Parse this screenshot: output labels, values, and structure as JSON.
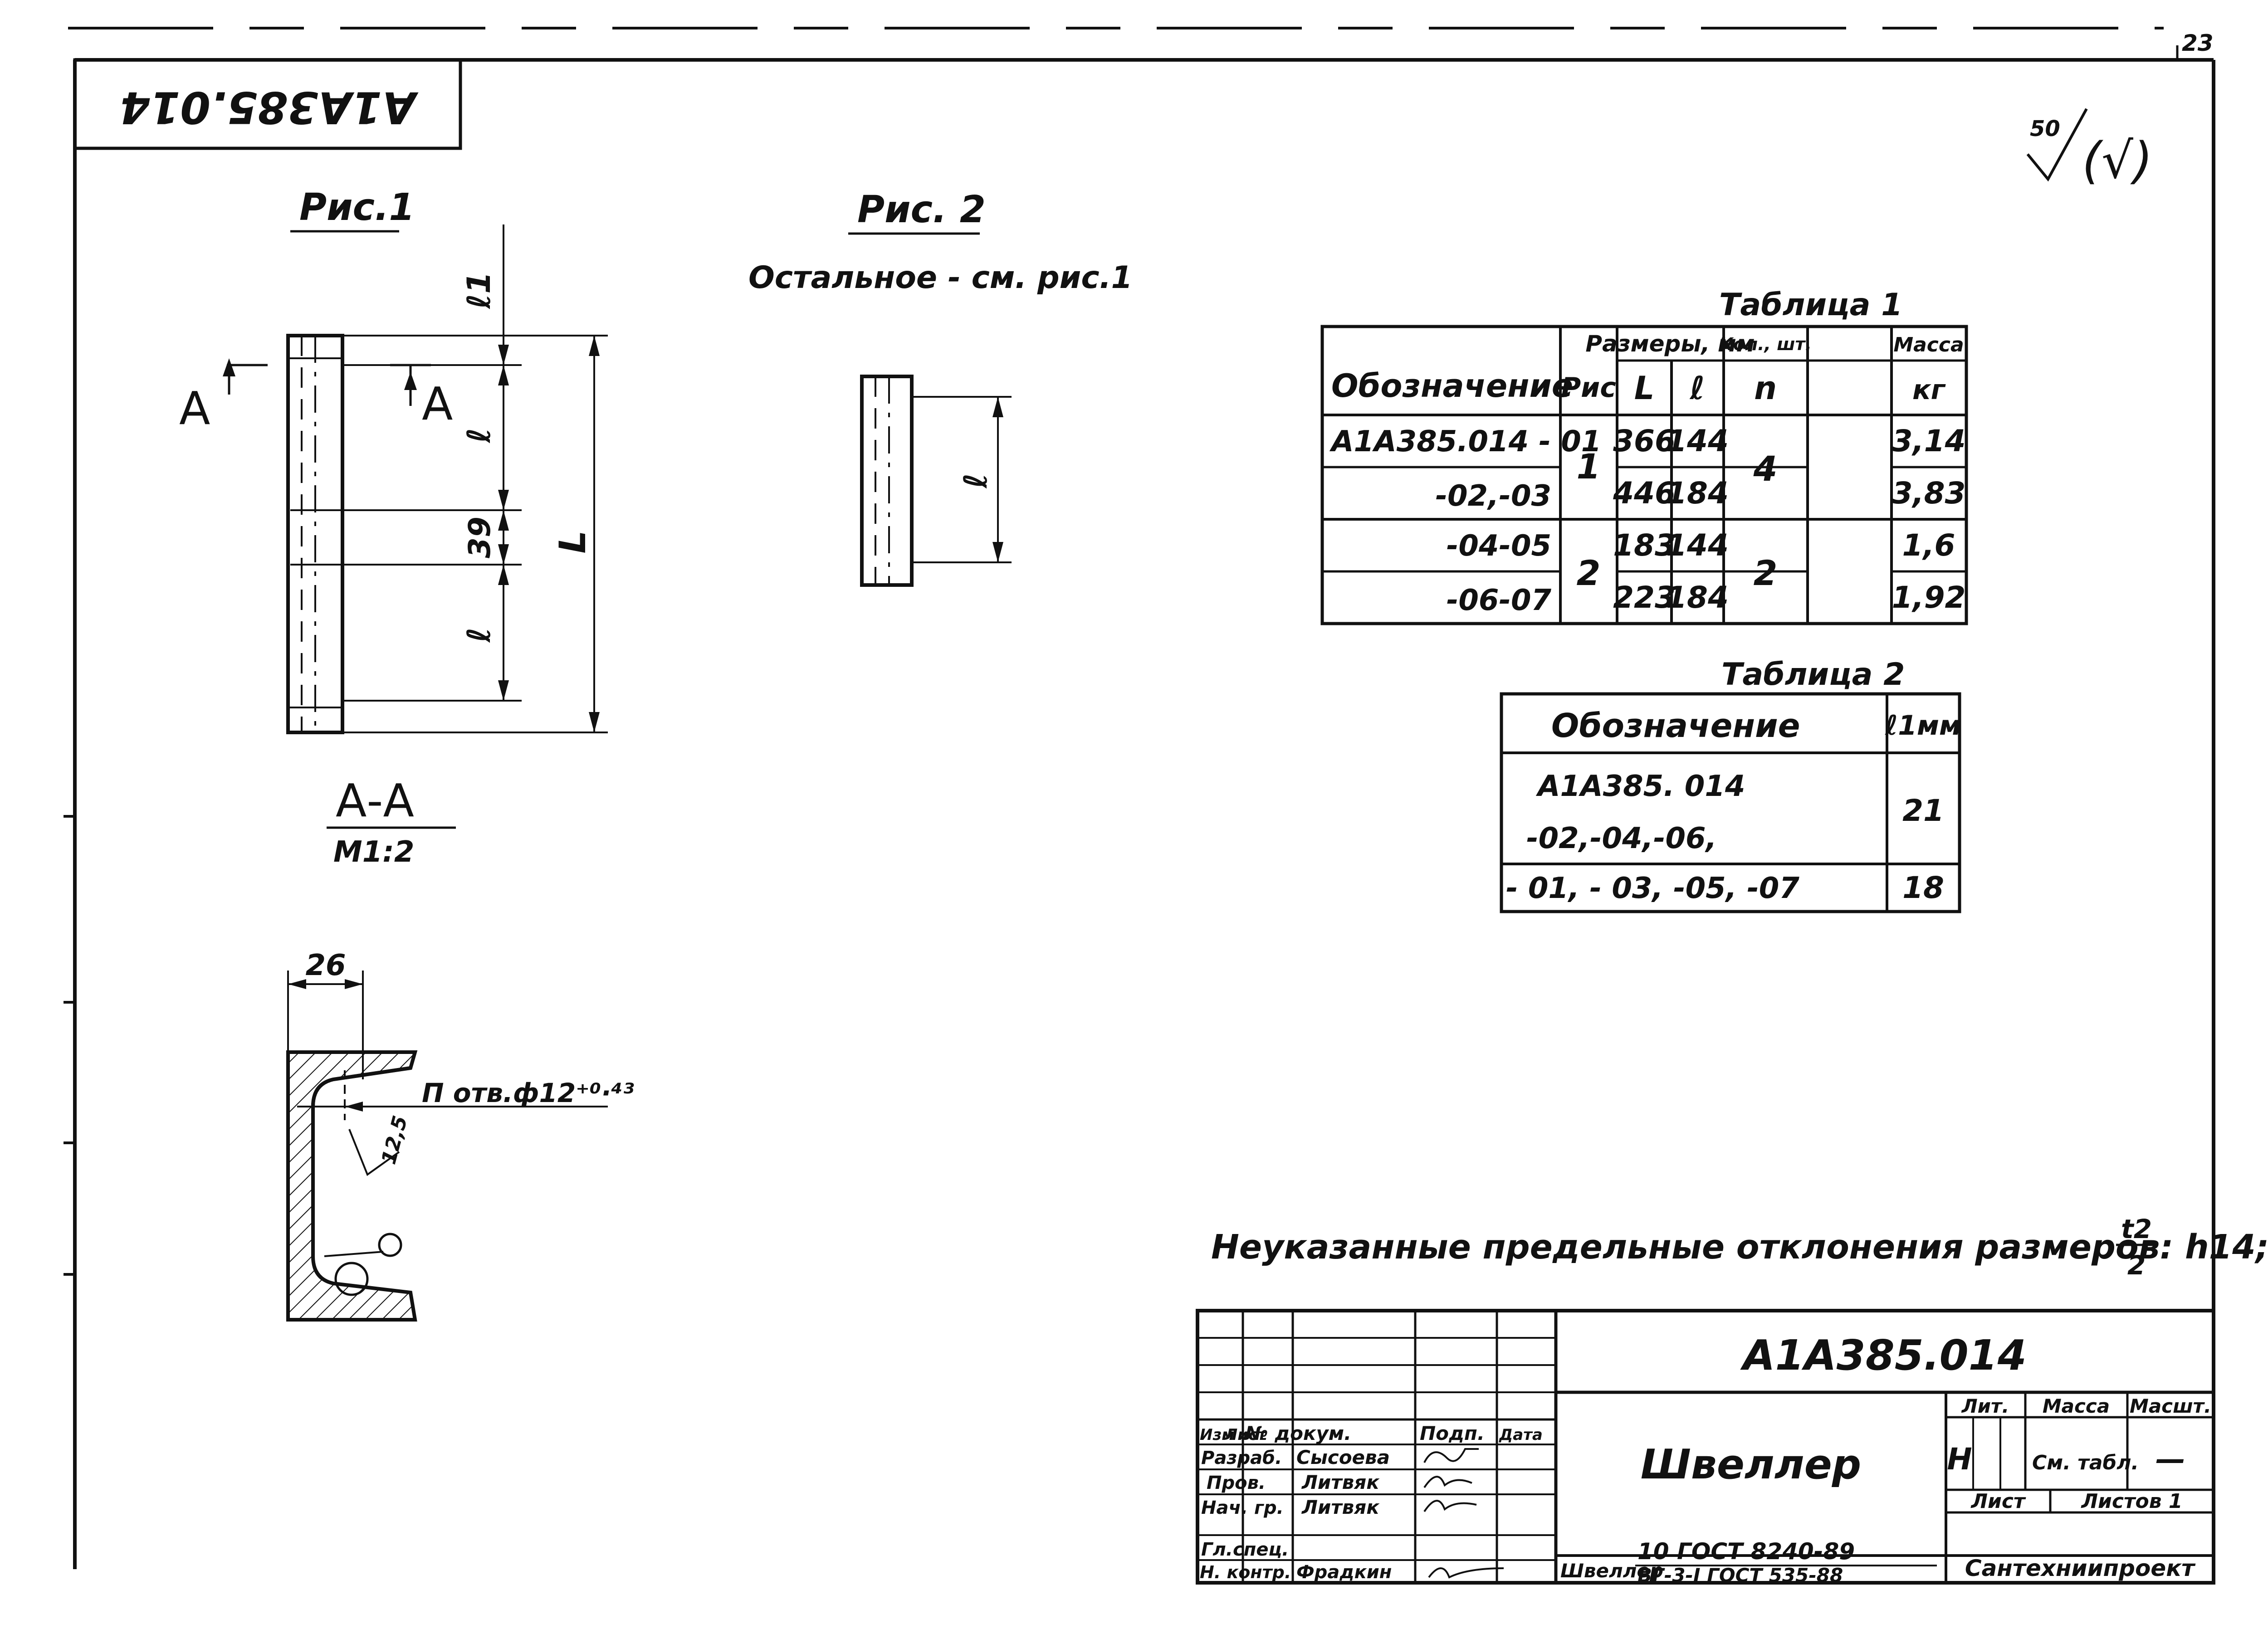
{
  "sheet_number": "23",
  "stamp_code": "А1А385.014",
  "roughness": {
    "value": "50",
    "rest": "(√)"
  },
  "fig1": {
    "title": "Рис.1",
    "dim_l1": "ℓ1",
    "dim_l": "ℓ",
    "dim_39": "39",
    "dim_L": "L",
    "section_mark": "А"
  },
  "fig2": {
    "title": "Рис. 2",
    "note": "Остальное - см. рис.1",
    "dim_l": "ℓ"
  },
  "section": {
    "title": "А-А",
    "scale": "М1:2",
    "dim_26": "26",
    "hole": "П отв.ф12⁺⁰·⁴³",
    "roughness": "12,5"
  },
  "table1": {
    "title": "Таблица 1",
    "head": {
      "designation": "Обозначение",
      "fig": "Рис",
      "sizes": "Размеры, мм",
      "qty": "Кол., шт.",
      "mass": "Масса",
      "L": "L",
      "l": "ℓ",
      "n": "n",
      "kg": "кг"
    },
    "rows": [
      {
        "designation": "А1А385.014 - 01",
        "L": "366",
        "l": "144",
        "mass": "3,14"
      },
      {
        "designation": "-02,-03",
        "L": "446",
        "l": "184",
        "mass": "3,83"
      },
      {
        "designation": "-04-05",
        "L": "183",
        "l": "144",
        "mass": "1,6"
      },
      {
        "designation": "-06-07",
        "L": "223",
        "l": "184",
        "mass": "1,92"
      }
    ],
    "fig_groups": [
      "1",
      "2"
    ],
    "qty_groups": [
      "4",
      "2"
    ]
  },
  "table2": {
    "title": "Таблица 2",
    "head": {
      "designation": "Обозначение",
      "l1": "ℓ1мм"
    },
    "rows": [
      {
        "designation_1": "А1А385. 014",
        "designation_2": "-02,-04,-06,",
        "l1": "21"
      },
      {
        "designation_1": "- 01, - 03, -05, -07",
        "l1": "18"
      }
    ]
  },
  "tolerance_note": "Неуказанные предельные отклонения размеров: h14;±",
  "tolerance_frac": {
    "num": "t2",
    "den": "2"
  },
  "title_block": {
    "code": "А1А385.014",
    "name": "Швеллер",
    "header_cols": [
      "Изм",
      "Лист",
      "№ докум.",
      "Подп.",
      "Дата"
    ],
    "roles": [
      {
        "role": "Разраб.",
        "person": "Сысоева"
      },
      {
        "role": "Пров.",
        "person": "Литвяк"
      },
      {
        "role": "Нач. гр.",
        "person": "Литвяк"
      },
      {
        "role": "Гл.спец.",
        "person": ""
      },
      {
        "role": "Н. контр.",
        "person": "Фрадкин"
      }
    ],
    "lit_label": "Лит.",
    "mass_label": "Масса",
    "scale_label": "Масшт.",
    "lit_value": "Н",
    "mass_value": "См. табл.",
    "scale_value": "—",
    "sheet_label": "Лист",
    "sheets_label": "Листов 1",
    "material_label": "Швеллер",
    "material_top": "10 ГОСТ 8240-89",
    "material_bottom": "ВГ-3-I ГОСТ 535-88",
    "org": "Сантехниипроект"
  }
}
